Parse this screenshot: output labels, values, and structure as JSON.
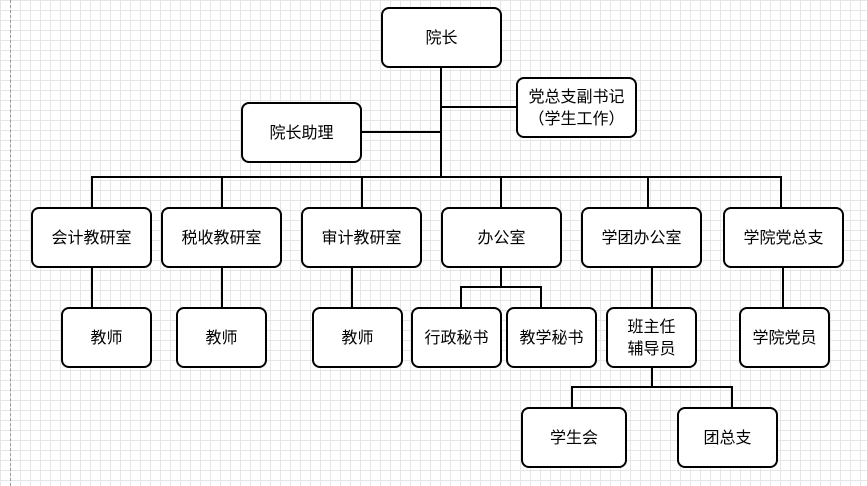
{
  "diagram": {
    "dean": "院长",
    "party_deputy_secretary_line1": "党总支副书记",
    "party_deputy_secretary_line2": "（学生工作）",
    "dean_assistant": "院长助理",
    "departments": [
      "会计教研室",
      "税收教研室",
      "审计教研室",
      "办公室",
      "学团办公室",
      "学院党总支"
    ],
    "level3": {
      "teacher_1": "教师",
      "teacher_2": "教师",
      "teacher_3": "教师",
      "admin_secretary": "行政秘书",
      "teaching_secretary": "教学秘书",
      "class_head_line1": "班主任",
      "class_head_line2": "辅导员",
      "party_members": "学院党员"
    },
    "level4": {
      "student_union": "学生会",
      "league_branch": "团总支"
    }
  }
}
